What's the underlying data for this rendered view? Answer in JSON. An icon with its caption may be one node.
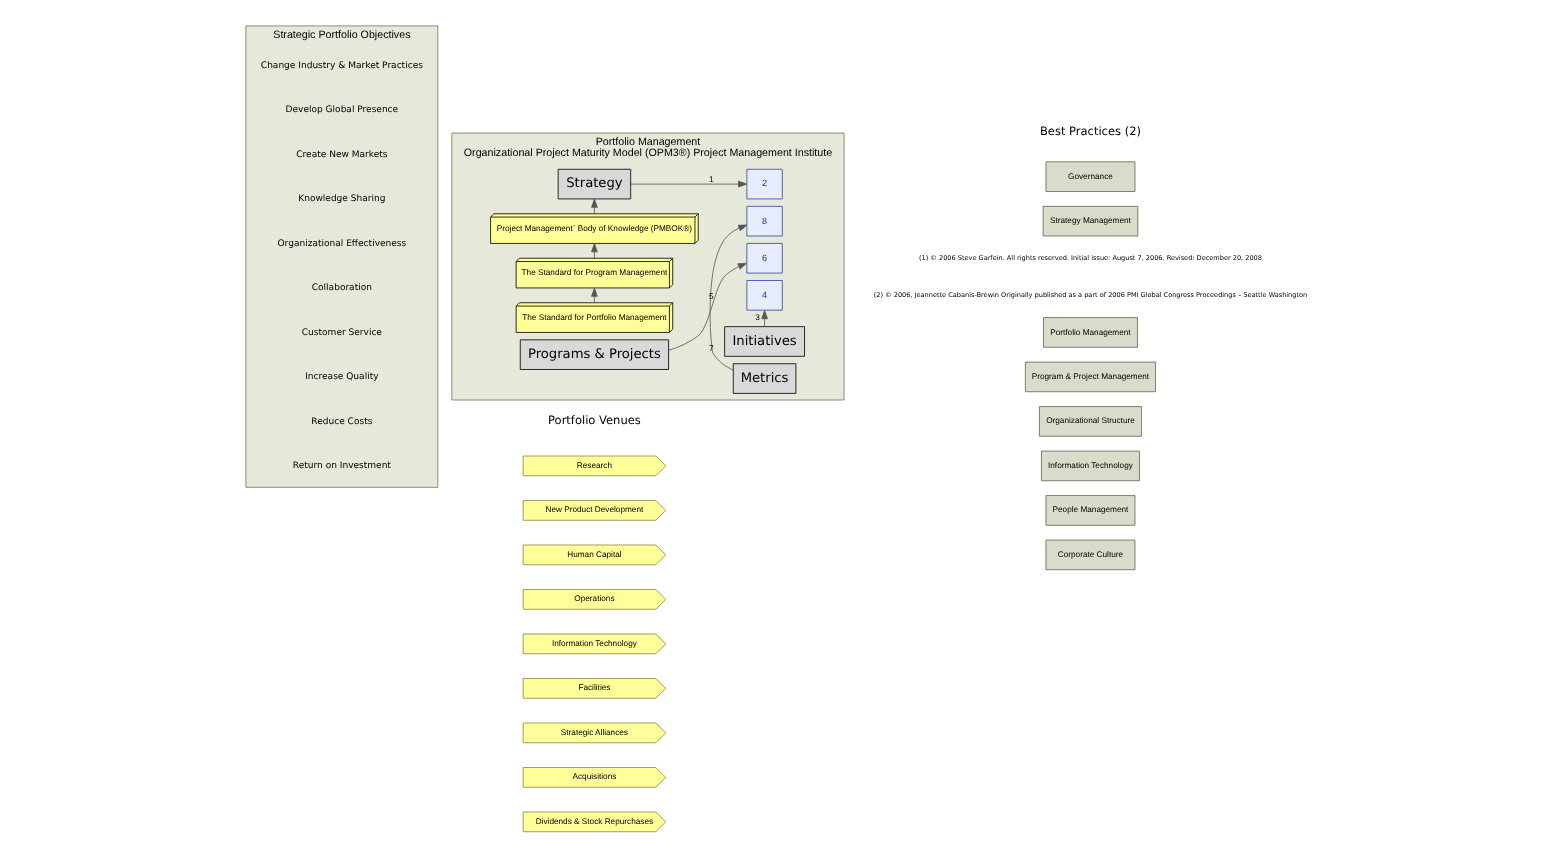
{
  "diagram": {
    "nodes": [
      {
        "text": [
          "Strategic Portfolio Objectives"
        ]
      },
      {
        "text": [
          "Return on Investment"
        ],
        "in": 0
      },
      {
        "text": [
          "Reduce Costs"
        ],
        "in": 0
      },
      {
        "text": [
          "Increase Quality"
        ],
        "in": 0
      },
      {
        "text": [
          "Customer Service"
        ],
        "in": 0
      },
      {
        "text": [
          "Collaboration"
        ],
        "in": 0
      },
      {
        "text": [
          "Organizational Effectiveness"
        ],
        "in": 0
      },
      {
        "text": [
          "Knowledge Sharing"
        ],
        "in": 0
      },
      {
        "text": [
          "Create New Markets"
        ],
        "in": 0
      },
      {
        "text": [
          "Develop Global Presence"
        ],
        "in": 0
      },
      {
        "text": [
          "Change Industry & Market Practices"
        ],
        "in": 0
      },
      {
        "text": [
          "Research"
        ]
      },
      {
        "text": [
          "New Product Development"
        ]
      },
      {
        "text": [
          "Human Capital"
        ]
      },
      {
        "text": [
          "Operations"
        ]
      },
      {
        "text": [
          "Information Technology"
        ]
      },
      {
        "text": [
          "Facilities"
        ]
      },
      {
        "text": [
          "Strategic Alliances"
        ]
      },
      {
        "text": [
          "Acquisitions"
        ]
      },
      {
        "text": [
          "Dividends & Stock Repurchases"
        ]
      },
      {
        "text": [
          "Portfolio Management",
          "Organizational Project Maturity Model (OPM3®) Project Management Institute"
        ]
      },
      {
        "text": [
          "8"
        ],
        "in": 20
      },
      {
        "text": [
          "Strategy"
        ],
        "in": 20
      },
      {
        "text": [
          "2"
        ],
        "in": 20
      },
      {
        "text": [
          "Metrics"
        ],
        "in": 20
      },
      {
        "text": [
          "Project Management` Body of Knowledge (PMBOK®)"
        ],
        "in": 20
      },
      {
        "text": [
          "The Standard for Program Management"
        ],
        "in": 20
      },
      {
        "text": [
          "The Standard for Portfolio Management"
        ],
        "in": 20
      },
      {
        "text": [
          "Initiatives"
        ],
        "in": 20
      },
      {
        "text": [
          "6"
        ],
        "in": 20
      },
      {
        "text": [
          "Programs & Projects"
        ],
        "in": 20
      },
      {
        "text": [
          "4"
        ],
        "in": 20
      },
      {
        "text": [
          "Governance"
        ]
      },
      {
        "text": [
          "Strategy Management"
        ]
      },
      {
        "text": [
          "Portfolio Management"
        ]
      },
      {
        "text": [
          "Program & Project Management"
        ]
      },
      {
        "text": [
          "Organizational Structure"
        ]
      },
      {
        "text": [
          "Information Technology"
        ]
      },
      {
        "text": [
          "People Management"
        ]
      },
      {
        "text": [
          "Corporate Culture"
        ]
      }
    ],
    "edges": [
      {
        "from": 27,
        "to": 26,
        "arrow": "to"
      },
      {
        "from": 26,
        "to": 25,
        "arrow": "to"
      },
      {
        "from": 25,
        "to": 22,
        "arrow": "to"
      },
      {
        "from": 22,
        "to": 23,
        "arrow": "to",
        "label": "1"
      },
      {
        "from": 28,
        "to": 31,
        "arrow": "to",
        "label": "3"
      },
      {
        "from": 30,
        "to": 29,
        "arrow": "to",
        "label": "5"
      },
      {
        "from": 24,
        "to": 21,
        "arrow": "to",
        "label": "7"
      }
    ],
    "labels": [
      "Portfolio Venues",
      "Best Practices (2)",
      "(1) © 2006 Steve Garfein. All rights reserved. Initial issue: August 7, 2006. Revised: December 20, 2008",
      "(2) © 2006, Jeannette Cabanis-Brewin Originally published as a part of 2006 PMI Global Congress Proceedings – Seattle Washington"
    ]
  }
}
